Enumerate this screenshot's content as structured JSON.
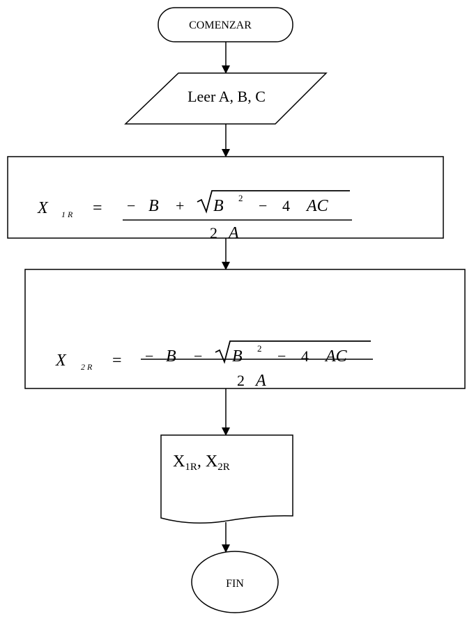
{
  "diagram": {
    "start": {
      "label": "COMENZAR"
    },
    "input": {
      "label": "Leer A, B, C"
    },
    "process1": {
      "lhs_var": "X",
      "lhs_sub": "1 R",
      "equals": "=",
      "num_minus": "−",
      "num_b": "B",
      "num_op": "+",
      "rad_b": "B",
      "rad_exp": "2",
      "rad_minus": "−",
      "rad_four": "4",
      "rad_ac": "AC",
      "den_two": "2",
      "den_a": "A"
    },
    "process2": {
      "lhs_var": "X",
      "lhs_sub": "2 R",
      "equals": "=",
      "num_minus": "−",
      "num_b": "B",
      "num_op": "−",
      "rad_b": "B",
      "rad_exp": "2",
      "rad_minus": "−",
      "rad_four": "4",
      "rad_ac": "AC",
      "den_two": "2",
      "den_a": "A"
    },
    "output": {
      "x1": "X",
      "x1_sub": "1R",
      "sep": ",",
      "x2": "X",
      "x2_sub": "2R"
    },
    "end": {
      "label": "FIN"
    }
  }
}
